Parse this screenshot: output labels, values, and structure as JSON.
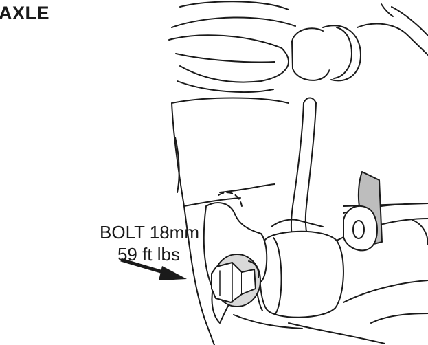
{
  "heading": "AXLE",
  "callout": {
    "line1": "BOLT 18mm",
    "line2": "59 ft lbs"
  },
  "colors": {
    "ink": "#1a1a1a",
    "metal_fill": "#d9d9d9",
    "highlight": "#bdbdbd"
  },
  "icons": [
    "callout-arrow-icon"
  ]
}
